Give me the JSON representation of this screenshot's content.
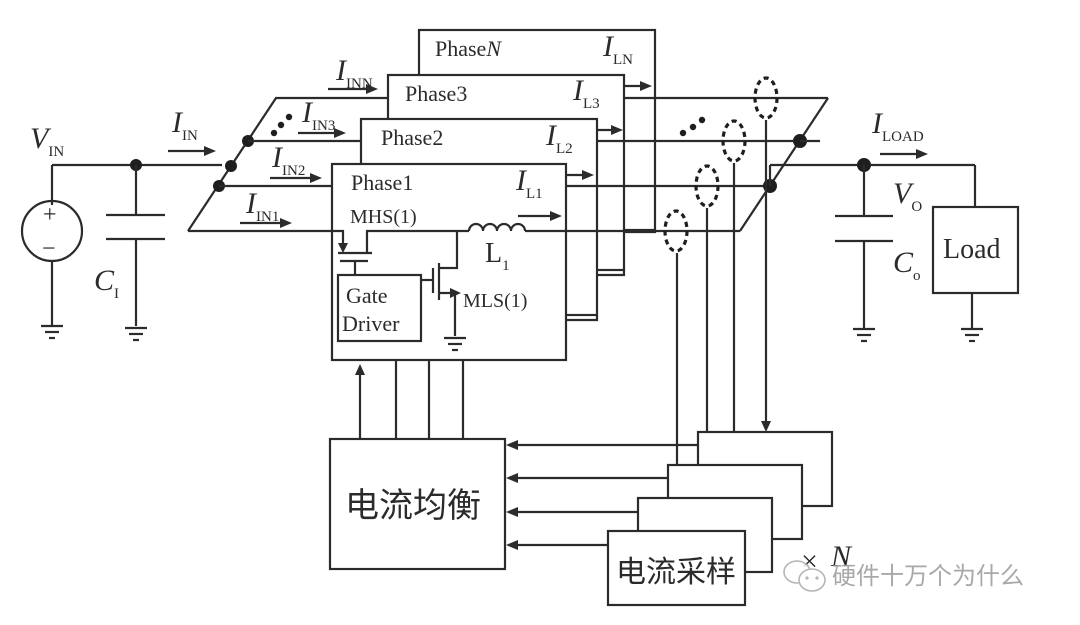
{
  "diagram": {
    "title": "Multiphase converter current balancing block diagram",
    "source": {
      "voltage_label": "V",
      "voltage_sub": "IN",
      "plus": "+",
      "minus": "−",
      "cap_label": "C",
      "cap_sub": "I",
      "current_label": "I",
      "current_sub": "IN"
    },
    "phase_inputs": [
      {
        "label": "I",
        "sub": "IN1"
      },
      {
        "label": "I",
        "sub": "IN2"
      },
      {
        "label": "I",
        "sub": "IN3"
      },
      {
        "label": "I",
        "sub": "INN"
      }
    ],
    "phases": [
      {
        "name": "Phase1",
        "current_label": "I",
        "current_sub": "L1"
      },
      {
        "name": "Phase2",
        "current_label": "I",
        "current_sub": "L2"
      },
      {
        "name": "Phase3",
        "current_label": "I",
        "current_sub": "L3"
      },
      {
        "name": "Phase",
        "name_italic": "N",
        "current_label": "I",
        "current_sub": "LN"
      }
    ],
    "phase1_detail": {
      "high_side": "MHS(1)",
      "low_side": "MLS(1)",
      "inductor": "L",
      "inductor_sub": "1",
      "gate_driver_line1": "Gate",
      "gate_driver_line2": "Driver"
    },
    "output": {
      "current_label": "I",
      "current_sub": "LOAD",
      "voltage_label": "V",
      "voltage_sub": "O",
      "cap_label": "C",
      "cap_sub": "o",
      "load_label": "Load"
    },
    "control": {
      "balance_block": "电流均衡",
      "sense_block": "电流采样",
      "multiplier_symbol": "×",
      "multiplier_var": "N"
    },
    "ellipsis": "⋰",
    "watermark": "硬件十万个为什么",
    "watermark_icon": "wechat-icon"
  }
}
